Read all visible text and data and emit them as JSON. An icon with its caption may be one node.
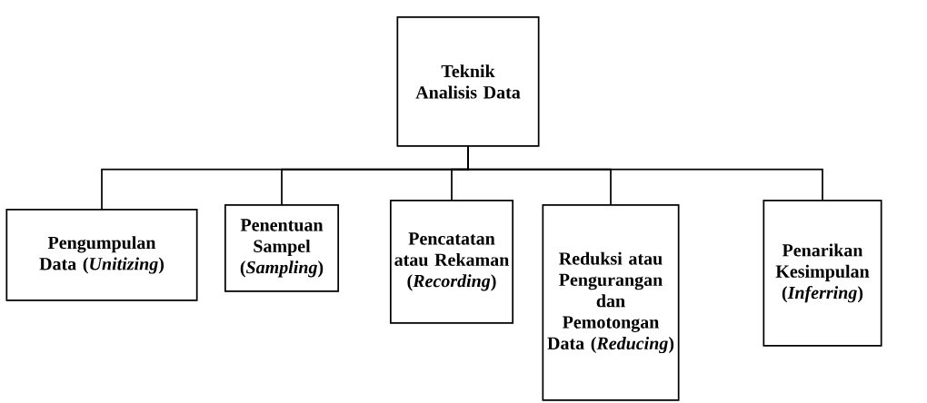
{
  "diagram": {
    "nodes": [
      {
        "text": [
          "Teknik Analisis Data"
        ]
      },
      {
        "text": [
          "Pengumpulan Data (*Unitizing*)"
        ]
      },
      {
        "text": [
          "Penentuan Sampel (*Sampling*)"
        ]
      },
      {
        "text": [
          "Pencatatan atau Rekaman (*Recording*)"
        ]
      },
      {
        "text": [
          "Reduksi atau Pengurangan dan Pemotongan Data (*Reducing*)"
        ]
      },
      {
        "text": [
          "Penarikan Kesimpulan (*Inferring*)"
        ]
      }
    ],
    "edges": [
      {
        "from": 0,
        "to": 1,
        "arrow": "none"
      },
      {
        "from": 0,
        "to": 2,
        "arrow": "none"
      },
      {
        "from": 0,
        "to": 3,
        "arrow": "none"
      },
      {
        "from": 0,
        "to": 4,
        "arrow": "none"
      },
      {
        "from": 0,
        "to": 5,
        "arrow": "none"
      }
    ]
  }
}
